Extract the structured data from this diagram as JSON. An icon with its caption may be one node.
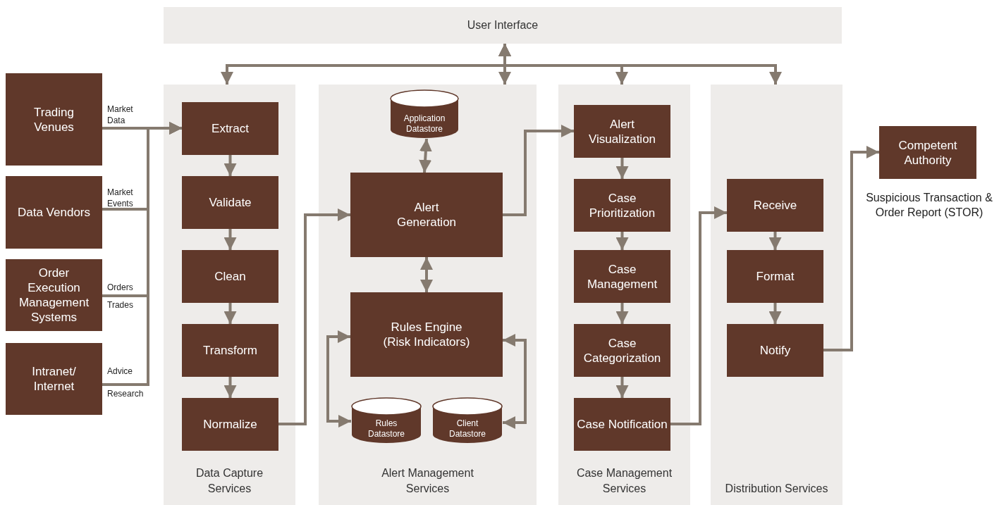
{
  "diagram": {
    "nodes": [
      {
        "text": [
          "User Interface"
        ]
      },
      {
        "text": [
          "Data Capture Services"
        ]
      },
      {
        "text": [
          "Extract"
        ],
        "in": 1
      },
      {
        "text": [
          "Validate"
        ],
        "in": 1
      },
      {
        "text": [
          "Clean"
        ],
        "in": 1
      },
      {
        "text": [
          "Transform"
        ],
        "in": 1
      },
      {
        "text": [
          "Normalize"
        ],
        "in": 1
      },
      {
        "text": [
          "Alert Management Services"
        ]
      },
      {
        "text": [
          "Application Datastore"
        ],
        "in": 7
      },
      {
        "text": [
          "Alert Generation"
        ],
        "in": 7
      },
      {
        "text": [
          "Rules Engine (Risk Indicators)"
        ],
        "in": 7
      },
      {
        "text": [
          "Rules Datastore"
        ],
        "in": 7
      },
      {
        "text": [
          "Client Datastore"
        ],
        "in": 7
      },
      {
        "text": [
          "Case Management Services"
        ]
      },
      {
        "text": [
          "Alert Visualization"
        ],
        "in": 13
      },
      {
        "text": [
          "Case Prioritization"
        ],
        "in": 13
      },
      {
        "text": [
          "Case Management"
        ],
        "in": 13
      },
      {
        "text": [
          "Case Categorization"
        ],
        "in": 13
      },
      {
        "text": [
          "Case Notification"
        ],
        "in": 13
      },
      {
        "text": [
          "Distribution Services"
        ]
      },
      {
        "text": [
          "Receive"
        ],
        "in": 19
      },
      {
        "text": [
          "Format"
        ],
        "in": 19
      },
      {
        "text": [
          "Notify"
        ],
        "in": 19
      },
      {
        "text": [
          "Competent Authority"
        ],
        "beside": [
          "Suspicious Transaction & Order Report (STOR)"
        ]
      },
      {
        "text": [
          "Trading Venues"
        ]
      },
      {
        "text": [
          "Data Vendors"
        ]
      },
      {
        "text": [
          "Order Execution Management Systems"
        ]
      },
      {
        "text": [
          "Intranet/ Internet"
        ]
      }
    ],
    "edges": [
      {
        "from": 0,
        "to": 1,
        "arrow": "both"
      },
      {
        "from": 0,
        "to": 7,
        "arrow": "both"
      },
      {
        "from": 0,
        "to": 13,
        "arrow": "both"
      },
      {
        "from": 0,
        "to": 19,
        "arrow": "both"
      },
      {
        "from": 24,
        "to": 2,
        "arrow": "to",
        "label": "Market Data"
      },
      {
        "from": 25,
        "to": 2,
        "arrow": "to",
        "label": "Market Events"
      },
      {
        "from": 26,
        "to": 2,
        "arrow": "to",
        "label": "Orders"
      },
      {
        "from": 27,
        "to": 2,
        "arrow": "to",
        "label": "Advice"
      },
      {
        "from": 2,
        "to": 3,
        "arrow": "to"
      },
      {
        "from": 3,
        "to": 4,
        "arrow": "to"
      },
      {
        "from": 4,
        "to": 5,
        "arrow": "to"
      },
      {
        "from": 5,
        "to": 6,
        "arrow": "to"
      },
      {
        "from": 6,
        "to": 9,
        "arrow": "to"
      },
      {
        "from": 8,
        "to": 9,
        "arrow": "both"
      },
      {
        "from": 9,
        "to": 10,
        "arrow": "both"
      },
      {
        "from": 11,
        "to": 10,
        "arrow": "both"
      },
      {
        "from": 12,
        "to": 10,
        "arrow": "both"
      },
      {
        "from": 9,
        "to": 14,
        "arrow": "to"
      },
      {
        "from": 14,
        "to": 15,
        "arrow": "to"
      },
      {
        "from": 15,
        "to": 16,
        "arrow": "to"
      },
      {
        "from": 16,
        "to": 17,
        "arrow": "to"
      },
      {
        "from": 17,
        "to": 18,
        "arrow": "to"
      },
      {
        "from": 18,
        "to": 20,
        "arrow": "to"
      },
      {
        "from": 20,
        "to": 21,
        "arrow": "to"
      },
      {
        "from": 21,
        "to": 22,
        "arrow": "to"
      },
      {
        "from": 22,
        "to": 23,
        "arrow": "to"
      }
    ],
    "labels": [
      "Trades",
      "Research"
    ]
  }
}
